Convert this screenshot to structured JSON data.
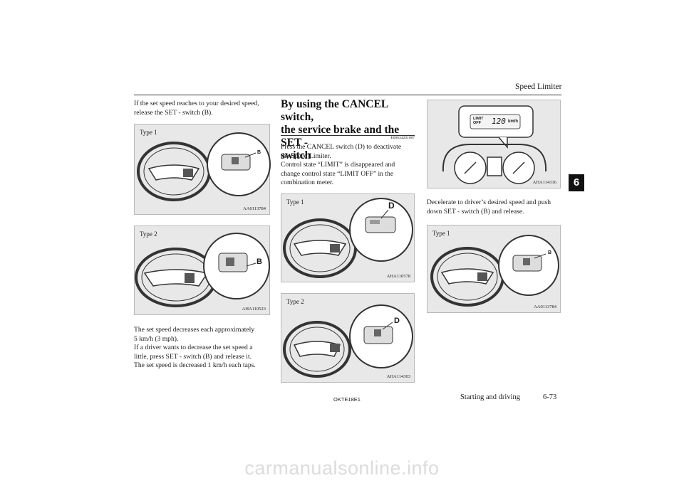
{
  "header": {
    "section_title": "Speed Limiter"
  },
  "chapter_tab": "6",
  "column1": {
    "intro_lines": [
      "If the set speed reaches to your desired speed,",
      "release the SET - switch (B)."
    ],
    "fig1": {
      "type_label": "Type 1",
      "code": "AA0113784",
      "callout": "B"
    },
    "fig2": {
      "type_label": "Type 2",
      "code": "AHA110523",
      "callout": "B"
    },
    "body_lines": [
      "The set speed decreases each approximately",
      "5 km/h (3 mph).",
      "If a driver wants to decrease the set speed a",
      "little, press SET - switch (B) and release it.",
      "The set speed is decreased 1 km/h each taps."
    ]
  },
  "column2": {
    "heading_lines": [
      "By using the CANCEL switch,",
      "the service brake and the SET -",
      "switch"
    ],
    "section_code": "E00634201087",
    "body_lines": [
      "Press the CANCEL switch (D) to deactivate",
      "the Speed Limiter.",
      "Control state “LIMIT” is disappeared and",
      "change control state “LIMIT OFF” in the",
      "combination meter."
    ],
    "fig1": {
      "type_label": "Type 1",
      "code": "AHA110578",
      "callout": "D"
    },
    "fig2": {
      "type_label": "Type 2",
      "code": "AHA114303",
      "callout": "D"
    }
  },
  "column3": {
    "meter_fig": {
      "code": "AHA114316",
      "display_limit": "LIMIT",
      "display_off": "OFF",
      "display_speed": "120",
      "display_unit": "km/h"
    },
    "body_lines": [
      "Decelerate to driver’s desired speed and push",
      "down SET - switch (B) and release."
    ],
    "fig1": {
      "type_label": "Type 1",
      "code": "AA0113784",
      "callout": "B"
    }
  },
  "footer": {
    "doc_code": "OKTE18E1",
    "chapter_name": "Starting and driving",
    "page_number": "6-73"
  },
  "watermark": "carmanualsonline.info"
}
